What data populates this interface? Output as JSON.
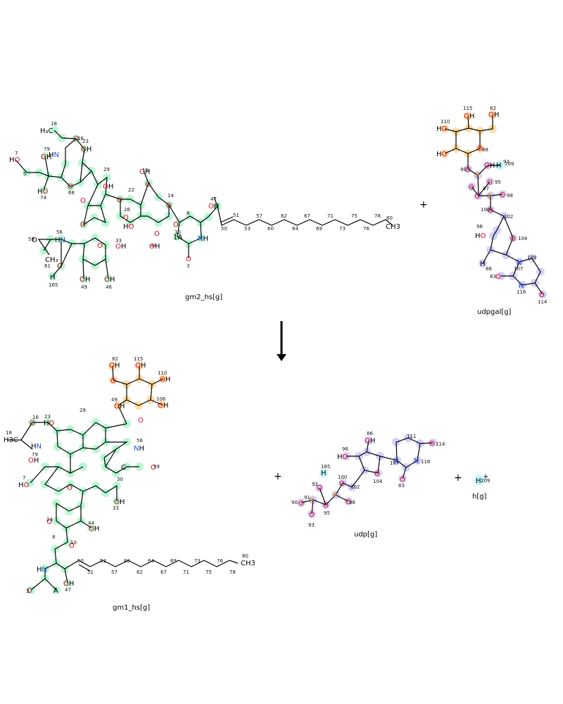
{
  "reaction": {
    "reactants": [
      {
        "id": "gm2",
        "name": "gm2_hs[g]"
      },
      {
        "id": "udpgal",
        "name": "udpgal[g]"
      }
    ],
    "products": [
      {
        "id": "gm1",
        "name": "gm1_hs[g]"
      },
      {
        "id": "udp",
        "name": "udp[g]"
      },
      {
        "id": "h",
        "name": "h[g]"
      }
    ],
    "operator": "+",
    "arrow": "down"
  },
  "highlight_colors": {
    "glycolipid": "#7ff0b0",
    "galactose": "#ffc76b",
    "nucleotide": "#b7b2f5",
    "proton": "#8ef3ff"
  },
  "labels": {
    "gm2_tail_end": "CH3",
    "gm1_tail_end": "CH3",
    "methyl": "H3C",
    "proton": "H",
    "proton_num": "209",
    "udpgal_h": "H",
    "udpgal_h_num": "209"
  }
}
